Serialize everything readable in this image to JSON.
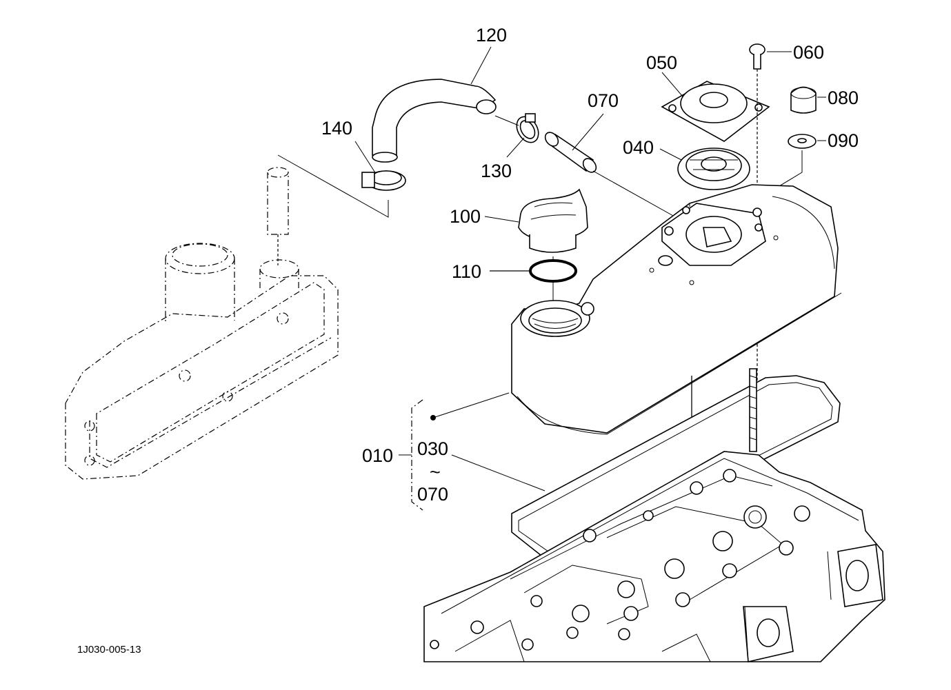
{
  "drawing_code": "1J030-005-13",
  "callouts": {
    "p120": "120",
    "p140": "140",
    "p130": "130",
    "p070a": "070",
    "p050": "050",
    "p060": "060",
    "p080": "080",
    "p090": "090",
    "p040": "040",
    "p100": "100",
    "p110": "110",
    "p010": "010",
    "p030": "030",
    "tilde": "~",
    "p070b": "070"
  },
  "icons": {
    "bracket": "assembly-bracket-icon",
    "bullet": "assembly-dot-icon"
  }
}
